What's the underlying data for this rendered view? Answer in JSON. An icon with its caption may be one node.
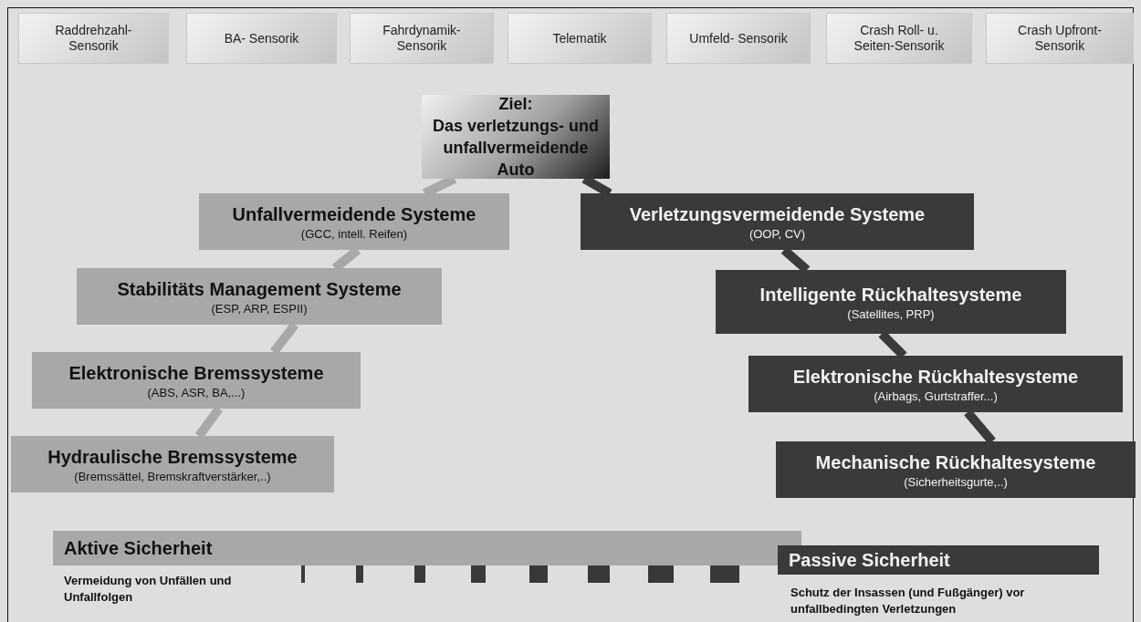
{
  "diagram": {
    "nodes": [
      {
        "text": [
          "Raddrehzahl- Sensorik"
        ]
      },
      {
        "text": [
          "BA- Sensorik"
        ]
      },
      {
        "text": [
          "Fahrdynamik- Sensorik"
        ]
      },
      {
        "text": [
          "Telematik"
        ]
      },
      {
        "text": [
          "Umfeld- Sensorik"
        ]
      },
      {
        "text": [
          "Crash Roll- u. Seiten-Sensorik"
        ]
      },
      {
        "text": [
          "Crash Upfront-Sensorik"
        ]
      },
      {
        "text": [
          "Ziel:",
          "Das verletzungs- und unfallvermeidende Auto"
        ]
      },
      {
        "text": [
          "Unfallvermeidende Systeme",
          "(GCC, intell. Reifen)"
        ]
      },
      {
        "text": [
          "Stabilitäts Management Systeme",
          "(ESP, ARP, ESPII)"
        ]
      },
      {
        "text": [
          "Elektronische Bremssysteme",
          "(ABS, ASR, BA,...)"
        ]
      },
      {
        "text": [
          "Hydraulische Bremssysteme",
          "(Bremssättel, Bremskraftverstärker,..)"
        ]
      },
      {
        "text": [
          "Verletzungsvermeidende Systeme",
          "(OOP, CV)"
        ]
      },
      {
        "text": [
          "Intelligente Rückhaltesysteme",
          "(Satellites, PRP)"
        ]
      },
      {
        "text": [
          "Elektronische Rückhaltesysteme",
          "(Airbags, Gurtstraffer...)"
        ]
      },
      {
        "text": [
          "Mechanische Rückhaltesysteme",
          "(Sicherheitsgurte,..)"
        ]
      },
      {
        "text": [
          "Aktive Sicherheit"
        ],
        "beside": [
          "Vermeidung von Unfällen und Unfallfolgen"
        ]
      },
      {
        "text": [
          "Passive Sicherheit"
        ],
        "beside": [
          "Schutz der Insassen (und Fußgänger) vor unfallbedingten Verletzungen"
        ]
      }
    ],
    "edges": [
      {
        "from": 7,
        "to": 8,
        "arrow": "none",
        "color": "#a8a8a8"
      },
      {
        "from": 8,
        "to": 9,
        "arrow": "none",
        "color": "#a8a8a8"
      },
      {
        "from": 9,
        "to": 10,
        "arrow": "none",
        "color": "#a8a8a8"
      },
      {
        "from": 10,
        "to": 11,
        "arrow": "none",
        "color": "#a8a8a8"
      },
      {
        "from": 7,
        "to": 12,
        "arrow": "none",
        "color": "#3a3a3a"
      },
      {
        "from": 12,
        "to": 13,
        "arrow": "none",
        "color": "#3a3a3a"
      },
      {
        "from": 13,
        "to": 14,
        "arrow": "none",
        "color": "#3a3a3a"
      },
      {
        "from": 14,
        "to": 15,
        "arrow": "none",
        "color": "#3a3a3a"
      }
    ]
  }
}
